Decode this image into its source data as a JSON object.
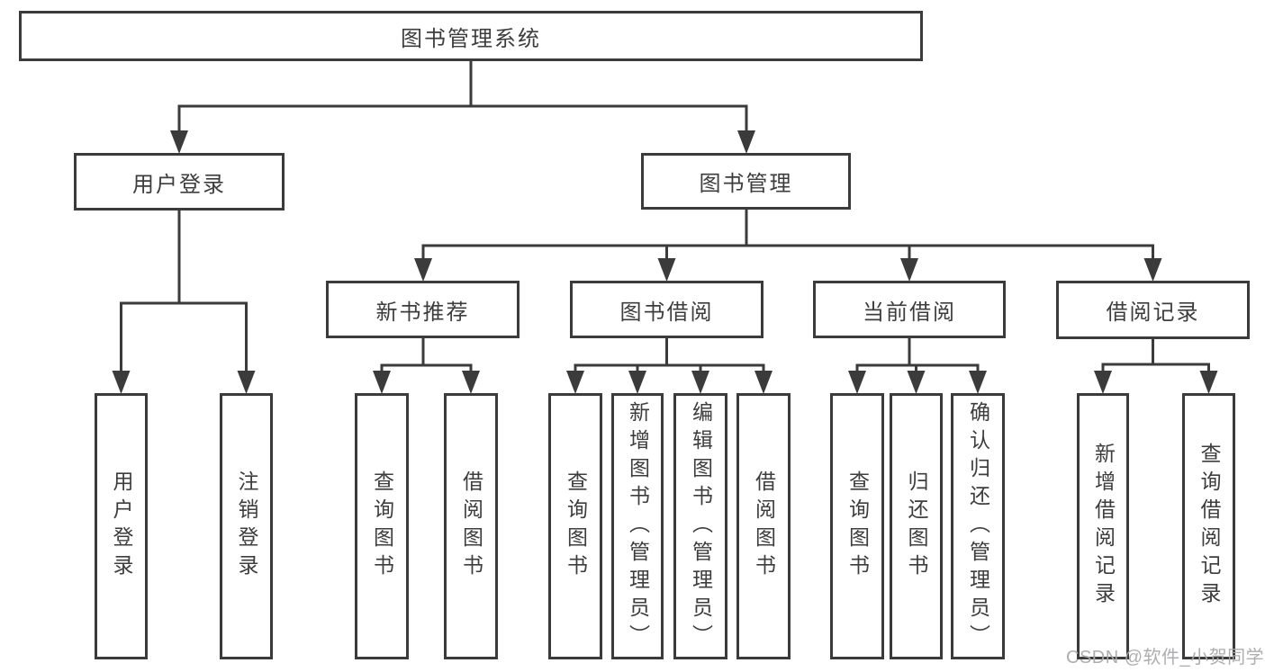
{
  "diagram": {
    "tree": {
      "root": {
        "label": "图书管理系统"
      },
      "children": [
        {
          "label": "用户登录",
          "children": [
            {
              "label": "用户登录"
            },
            {
              "label": "注销登录"
            }
          ]
        },
        {
          "label": "图书管理",
          "children": [
            {
              "label": "新书推荐",
              "children": [
                {
                  "label": "查询图书"
                },
                {
                  "label": "借阅图书"
                }
              ]
            },
            {
              "label": "图书借阅",
              "children": [
                {
                  "label": "查询图书"
                },
                {
                  "label": "新增图书（管理员）"
                },
                {
                  "label": "编辑图书（管理员）"
                },
                {
                  "label": "借阅图书"
                }
              ]
            },
            {
              "label": "当前借阅",
              "children": [
                {
                  "label": "查询图书"
                },
                {
                  "label": "归还图书"
                },
                {
                  "label": "确认归还（管理员）"
                }
              ]
            },
            {
              "label": "借阅记录",
              "children": [
                {
                  "label": "新增借阅记录"
                },
                {
                  "label": "查询借阅记录"
                }
              ]
            }
          ]
        }
      ]
    },
    "colors": {
      "line": "#3b3b3b",
      "box_border": "#3b3b3b",
      "text": "#3d3d3d",
      "background": "#ffffff",
      "watermark": "#aaaaac"
    }
  },
  "watermark": {
    "text": "CSDN @软件_小贺同学"
  }
}
